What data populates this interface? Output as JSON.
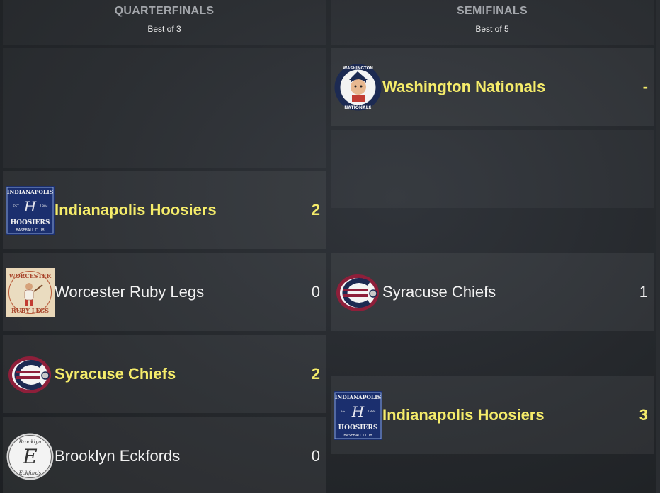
{
  "rounds": {
    "quarterfinals": {
      "title": "QUARTERFINALS",
      "subtitle": "Best of 3"
    },
    "semifinals": {
      "title": "SEMIFINALS",
      "subtitle": "Best of 5"
    }
  },
  "quarterfinals": {
    "slots": [
      {
        "team": "Indianapolis Hoosiers",
        "score": "2",
        "winner": true,
        "logo": "indianapolis-hoosiers-logo"
      },
      {
        "team": "Worcester Ruby Legs",
        "score": "0",
        "winner": false,
        "logo": "worcester-ruby-legs-logo"
      },
      {
        "team": "Syracuse Chiefs",
        "score": "2",
        "winner": true,
        "logo": "syracuse-chiefs-logo"
      },
      {
        "team": "Brooklyn Eckfords",
        "score": "0",
        "winner": false,
        "logo": "brooklyn-eckfords-logo"
      }
    ]
  },
  "semifinals": {
    "slots": [
      {
        "team": "Washington Nationals",
        "score": "-",
        "winner": true,
        "logo": "washington-nationals-logo"
      },
      {
        "team": "Syracuse Chiefs",
        "score": "1",
        "winner": false,
        "logo": "syracuse-chiefs-logo"
      },
      {
        "team": "Indianapolis Hoosiers",
        "score": "3",
        "winner": true,
        "logo": "indianapolis-hoosiers-logo"
      }
    ]
  },
  "logo_text": {
    "indianapolis": {
      "top": "INDIANAPOLIS",
      "letter": "H",
      "est": "EST.",
      "year": "1884",
      "bottom": "HOOSIERS",
      "club": "BASEBALL CLUB"
    },
    "worcester": {
      "top": "WORCESTER",
      "bottom": "RUBY LEGS"
    },
    "brooklyn": {
      "top": "Brooklyn",
      "letter": "E",
      "bottom": "Eckfords"
    },
    "washington": {
      "top": "WASHINGTON",
      "bottom": "NATIONALS"
    }
  },
  "colors": {
    "winner_text": "#f5ec6a",
    "normal_text": "#f2f2f2",
    "header_text": "#a3a6ab"
  }
}
